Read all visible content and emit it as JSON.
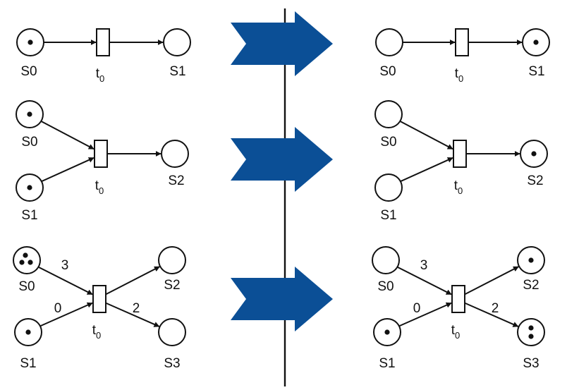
{
  "colors": {
    "stroke": "#111111",
    "arrow_fill": "#0b4f96",
    "divider": "#111111"
  },
  "transition_label": {
    "main": "t",
    "sub": "0"
  },
  "rows": [
    {
      "before": {
        "places": [
          {
            "name": "S0",
            "tokens": 1
          },
          {
            "name": "S1",
            "tokens": 0
          }
        ],
        "weights": []
      },
      "after": {
        "places": [
          {
            "name": "S0",
            "tokens": 0
          },
          {
            "name": "S1",
            "tokens": 1
          }
        ],
        "weights": []
      }
    },
    {
      "before": {
        "places": [
          {
            "name": "S0",
            "tokens": 1
          },
          {
            "name": "S1",
            "tokens": 1
          },
          {
            "name": "S2",
            "tokens": 0
          }
        ],
        "weights": []
      },
      "after": {
        "places": [
          {
            "name": "S0",
            "tokens": 0
          },
          {
            "name": "S1",
            "tokens": 0
          },
          {
            "name": "S2",
            "tokens": 1
          }
        ],
        "weights": []
      }
    },
    {
      "before": {
        "places": [
          {
            "name": "S0",
            "tokens": 3
          },
          {
            "name": "S1",
            "tokens": 1
          },
          {
            "name": "S2",
            "tokens": 0
          },
          {
            "name": "S3",
            "tokens": 0
          }
        ],
        "weights": [
          "3",
          "0",
          "2"
        ]
      },
      "after": {
        "places": [
          {
            "name": "S0",
            "tokens": 0
          },
          {
            "name": "S1",
            "tokens": 1
          },
          {
            "name": "S2",
            "tokens": 1
          },
          {
            "name": "S3",
            "tokens": 2
          }
        ],
        "weights": [
          "3",
          "0",
          "2"
        ]
      }
    }
  ]
}
